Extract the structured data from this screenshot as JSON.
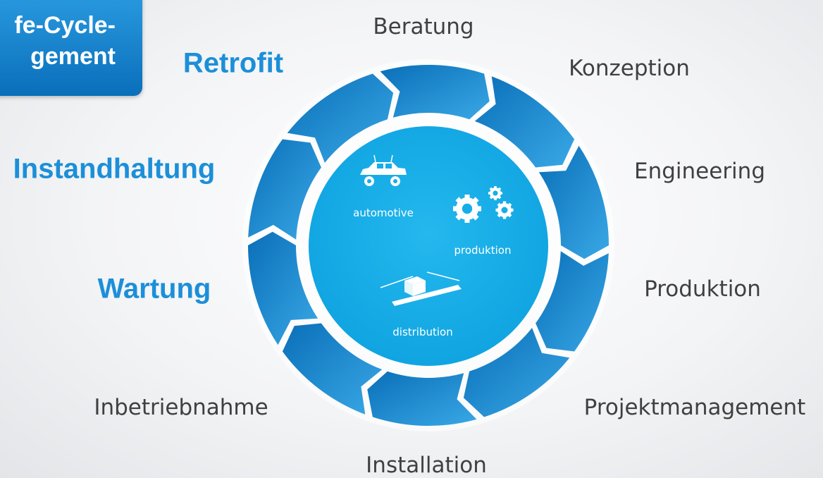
{
  "badge": {
    "text": "fe-Cycle-\ngement"
  },
  "labels": {
    "beratung": "Beratung",
    "konzeption": "Konzeption",
    "engineering": "Engineering",
    "produktion": "Produktion",
    "projektmanagement": "Projektmanagement",
    "installation": "Installation",
    "inbetriebnahme": "Inbetriebnahme",
    "wartung": "Wartung",
    "instandhaltung": "Instandhaltung",
    "retrofit": "Retrofit"
  },
  "hub": {
    "automotive": "automotive",
    "produktion": "produktion",
    "distribution": "distribution"
  },
  "colors": {
    "accent": "#1c8fd8",
    "ring_dark": "#0a6fb8",
    "ring_light": "#2fa0e2",
    "hub": "#16aee8",
    "badge": "#1580cc"
  },
  "icons": [
    "car-icon",
    "gears-icon",
    "conveyor-box-icon"
  ]
}
